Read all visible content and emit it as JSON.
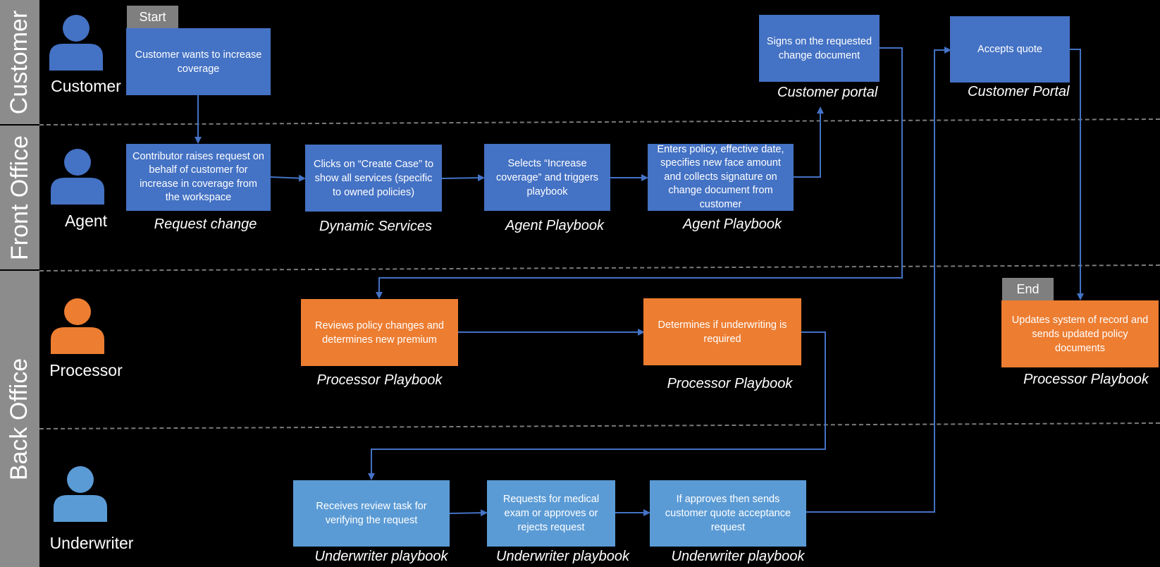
{
  "lanes": {
    "customer": "Customer",
    "front_office": "Front Office",
    "back_office": "Back Office"
  },
  "actors": {
    "customer": "Customer",
    "agent": "Agent",
    "processor": "Processor",
    "underwriter": "Underwriter"
  },
  "tags": {
    "start": "Start",
    "end": "End"
  },
  "steps": {
    "wants_increase": "Customer wants to increase coverage",
    "signs_document": "Signs on the requested change document",
    "accepts_quote": "Accepts quote",
    "raises_request": "Contributor  raises request on behalf of customer for increase in coverage from the workspace",
    "create_case": "Clicks on “Create Case” to show all services (specific to owned policies)",
    "selects_increase": "Selects “Increase coverage” and triggers playbook",
    "enters_policy": "Enters policy, effective date, specifies new face amount and collects signature on change document from customer",
    "reviews_changes": "Reviews policy changes and determines new premium",
    "determines_underwriting": "Determines if underwriting is required",
    "updates_system": "Updates system of record and sends updated policy documents",
    "receives_task": "Receives review task for verifying the request",
    "requests_medical": "Requests for medical exam or approves or rejects request",
    "if_approves": "If approves then sends customer quote acceptance request"
  },
  "captions": {
    "customer_portal_1": "Customer portal",
    "customer_portal_2": "Customer Portal",
    "request_change": "Request change",
    "dynamic_services": "Dynamic Services",
    "agent_playbook_1": "Agent Playbook",
    "agent_playbook_2": "Agent Playbook",
    "processor_playbook_1": "Processor Playbook",
    "processor_playbook_2": "Processor Playbook",
    "processor_playbook_3": "Processor Playbook",
    "underwriter_playbook_1": "Underwriter playbook",
    "underwriter_playbook_2": "Underwriter playbook",
    "underwriter_playbook_3": "Underwriter playbook"
  },
  "colors": {
    "customer_agent_box": "#4472c4",
    "underwriter_box": "#5b9bd5",
    "processor_box": "#ed7d31",
    "connector": "#4472c4",
    "lane_band": "#8c8c8c",
    "tag": "#7f7f7f",
    "customer_icon": "#4472c4",
    "agent_icon": "#4472c4",
    "processor_icon": "#ed7d31",
    "underwriter_icon": "#5b9bd5"
  }
}
